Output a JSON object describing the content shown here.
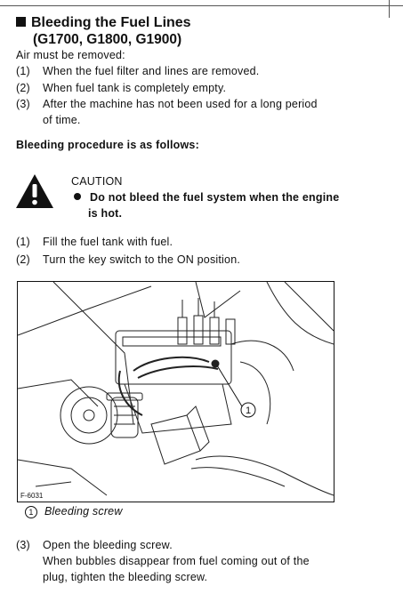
{
  "heading": {
    "title": "Bleeding the Fuel Lines",
    "models": "(G1700, G1800, G1900)"
  },
  "intro": "Air must be removed:",
  "conditions": [
    {
      "num": "(1)",
      "text": "When the fuel filter and lines are removed."
    },
    {
      "num": "(2)",
      "text": "When fuel tank is completely empty."
    },
    {
      "num": "(3)",
      "text": "After the machine has not been used for a long period",
      "cont": "of time."
    }
  ],
  "procedure_heading": "Bleeding procedure is as follows:",
  "caution": {
    "title": "CAUTION",
    "line1": "Do not bleed the fuel system when the engine",
    "line2": "is hot."
  },
  "steps": [
    {
      "num": "(1)",
      "text": "Fill the fuel tank with fuel."
    },
    {
      "num": "(2)",
      "text": "Turn the key switch to the ON position."
    },
    {
      "num": "(3)",
      "text": "Open the bleeding screw.",
      "cont1": "When bubbles disappear from fuel coming out of the",
      "cont2": "plug, tighten the bleeding screw."
    }
  ],
  "figure": {
    "label": "F-6031",
    "callout_number": "1"
  },
  "legend": {
    "number": "1",
    "text": "Bleeding screw"
  }
}
